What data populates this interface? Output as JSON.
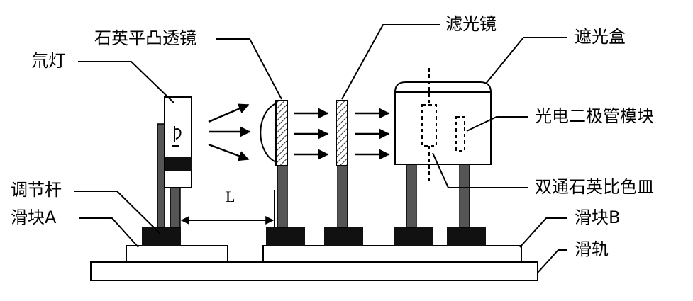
{
  "labels": {
    "xenon_lamp": "氘灯",
    "quartz_lens": "石英平凸透镜",
    "filter": "滤光镜",
    "light_box": "遮光盒",
    "photodiode": "光电二极管模块",
    "cuvette": "双通石英比色皿",
    "adjust_rod": "调节杆",
    "slider_a": "滑块A",
    "slider_b": "滑块B",
    "rail": "滑轨",
    "distance": "L"
  }
}
